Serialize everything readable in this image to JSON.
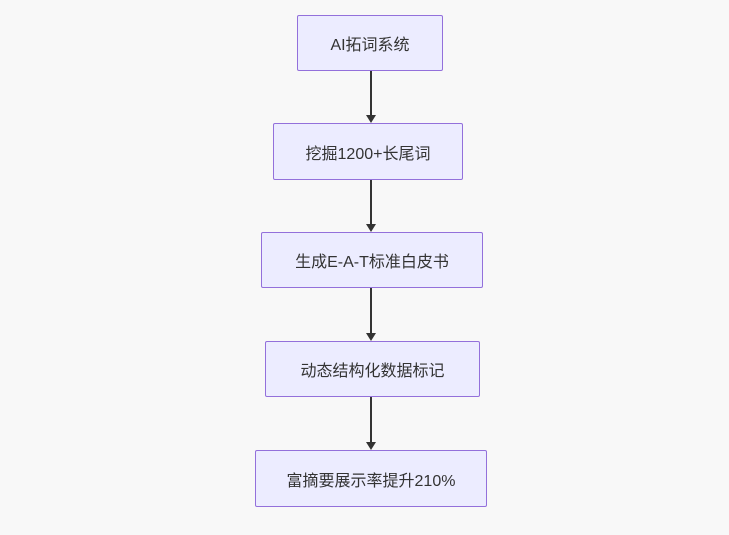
{
  "diagram": {
    "type": "flowchart-vertical",
    "nodes": [
      {
        "id": "n1",
        "label": "AI拓词系统"
      },
      {
        "id": "n2",
        "label": "挖掘1200+长尾词"
      },
      {
        "id": "n3",
        "label": "生成E-A-T标准白皮书"
      },
      {
        "id": "n4",
        "label": "动态结构化数据标记"
      },
      {
        "id": "n5",
        "label": "富摘要展示率提升210%"
      }
    ],
    "edges": [
      {
        "from": "n1",
        "to": "n2",
        "style": "arrow-down"
      },
      {
        "from": "n2",
        "to": "n3",
        "style": "arrow-down"
      },
      {
        "from": "n3",
        "to": "n4",
        "style": "arrow-down"
      },
      {
        "from": "n4",
        "to": "n5",
        "style": "arrow-down"
      }
    ],
    "colors": {
      "background": "#f8f8f8",
      "node_fill": "#ECECFF",
      "node_border": "#9370DB",
      "arrow": "#333333",
      "text": "#333333"
    }
  }
}
